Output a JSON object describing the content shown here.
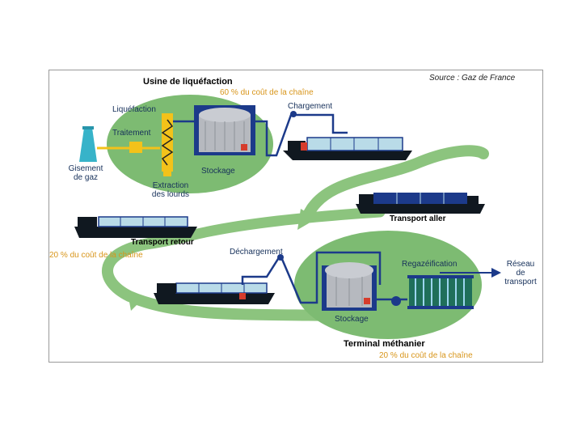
{
  "source": "Source : Gaz de France",
  "liquefaction_plant": {
    "title": "Usine de liquéfaction",
    "cost": "60 % du coût de la chaîne",
    "liquefaction": "Liquéfaction",
    "treatment": "Traitement",
    "storage": "Stockage",
    "extraction_line1": "Extraction",
    "extraction_line2": "des lourds"
  },
  "gas_field_line1": "Gisement",
  "gas_field_line2": "de gaz",
  "loading": "Chargement",
  "transport_out": "Transport aller",
  "transport_return": "Transport retour",
  "transport_cost": "20 % du coût de la chaîne",
  "unloading": "Déchargement",
  "terminal": {
    "title": "Terminal méthanier",
    "cost": "20 % du coût de la chaîne",
    "regasification": "Regazéification",
    "storage": "Stockage"
  },
  "network_line1": "Réseau",
  "network_line2": "de",
  "network_line3": "transport",
  "colors": {
    "ellipse": "#7dbb72",
    "arrow": "#8cc47e",
    "pipe": "#1c3a8a",
    "hull": "#101820",
    "tank": "#b9dbe8",
    "yellow": "#f3c21a",
    "orange_text": "#d8951a"
  }
}
